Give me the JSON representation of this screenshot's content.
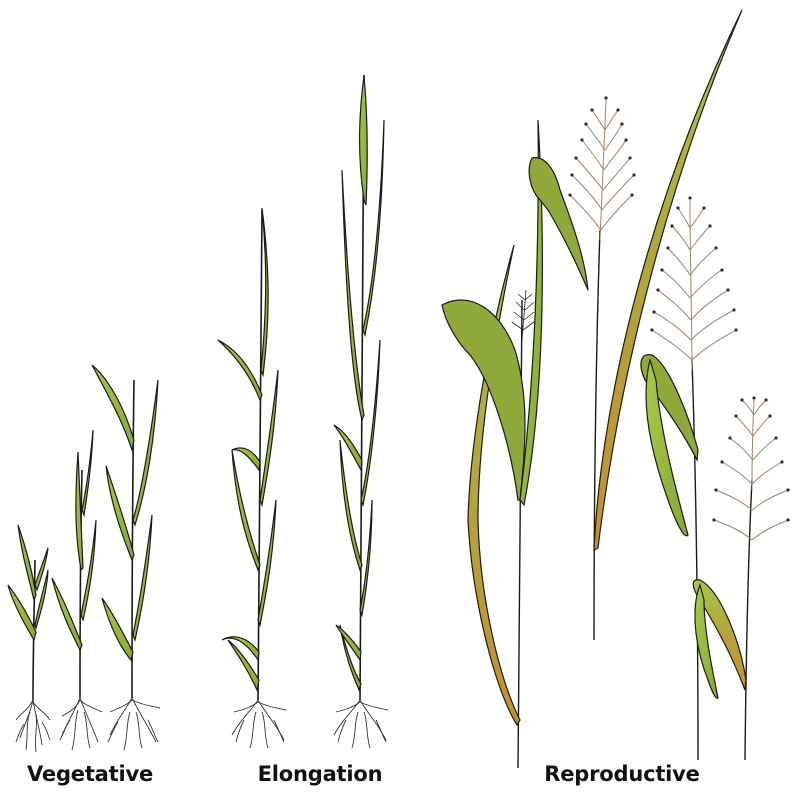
{
  "stages": [
    {
      "id": "vegetative",
      "label": "Vegetative"
    },
    {
      "id": "elongation",
      "label": "Elongation"
    },
    {
      "id": "reproductive",
      "label": "Reproductive"
    }
  ],
  "colors": {
    "leaf_green": "#9cbc3c",
    "leaf_dark": "#6f8f2a",
    "leaf_senescent": "#c9952c",
    "stem": "#1a1a1a",
    "root": "#333333",
    "panicle": "#a0826a",
    "seed": "#3a2a1e",
    "background": "#ffffff"
  }
}
